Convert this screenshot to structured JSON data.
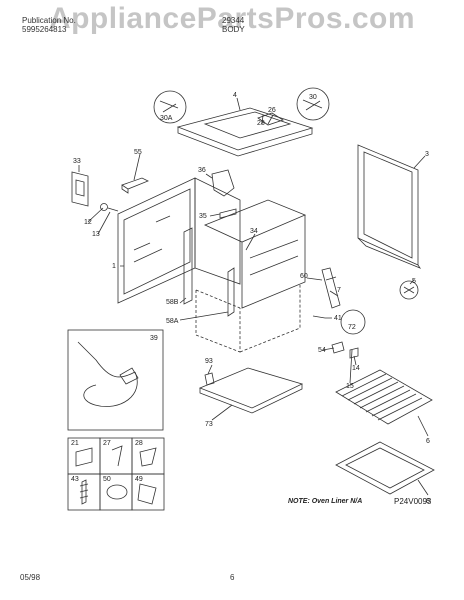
{
  "header": {
    "publication_label": "Publication No.",
    "publication_number": "5995264813",
    "model": "29344",
    "section": "BODY"
  },
  "watermark": "AppliancePartsPros.com",
  "callouts": [
    "4",
    "30",
    "30A",
    "26",
    "28",
    "3",
    "33",
    "55",
    "36",
    "12",
    "13",
    "35",
    "34",
    "1",
    "60",
    "5",
    "41",
    "7",
    "58B",
    "58A",
    "72",
    "39",
    "54",
    "14",
    "15",
    "93",
    "73",
    "21",
    "27",
    "28",
    "43",
    "50",
    "49",
    "6",
    "8"
  ],
  "note": "NOTE: Oven Liner N/A",
  "drawing_code": "P24V0093",
  "footer": {
    "date": "05/98",
    "page": "6"
  },
  "colors": {
    "line": "#333333",
    "watermark": "#969696"
  }
}
